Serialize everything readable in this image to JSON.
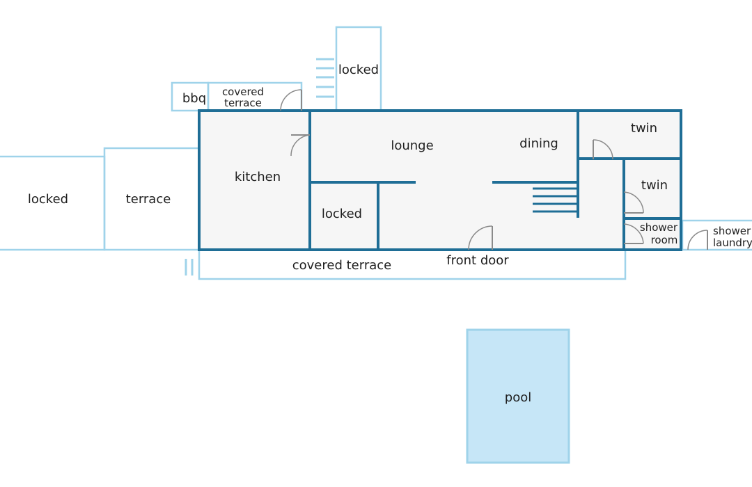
{
  "rooms": {
    "locked_left": "locked",
    "terrace": "terrace",
    "bbq": "bbq",
    "covered_terrace_top_1": "covered",
    "covered_terrace_top_2": "terrace",
    "locked_top": "locked",
    "kitchen": "kitchen",
    "lounge": "lounge",
    "dining": "dining",
    "locked_center": "locked",
    "twin_1": "twin",
    "twin_2": "twin",
    "shower_room_1": "shower",
    "shower_room_2": "room",
    "shower_laundry_1": "shower",
    "shower_laundry_2": "laundry",
    "covered_terrace_bottom": "covered terrace",
    "front_door": "front door",
    "pool": "pool"
  },
  "colors": {
    "wall": "#1f6e96",
    "exterior_outline": "#9fd3ea",
    "interior_fill": "#f6f6f6",
    "pool_fill": "#c6e6f7",
    "door": "#8a8a8a"
  }
}
